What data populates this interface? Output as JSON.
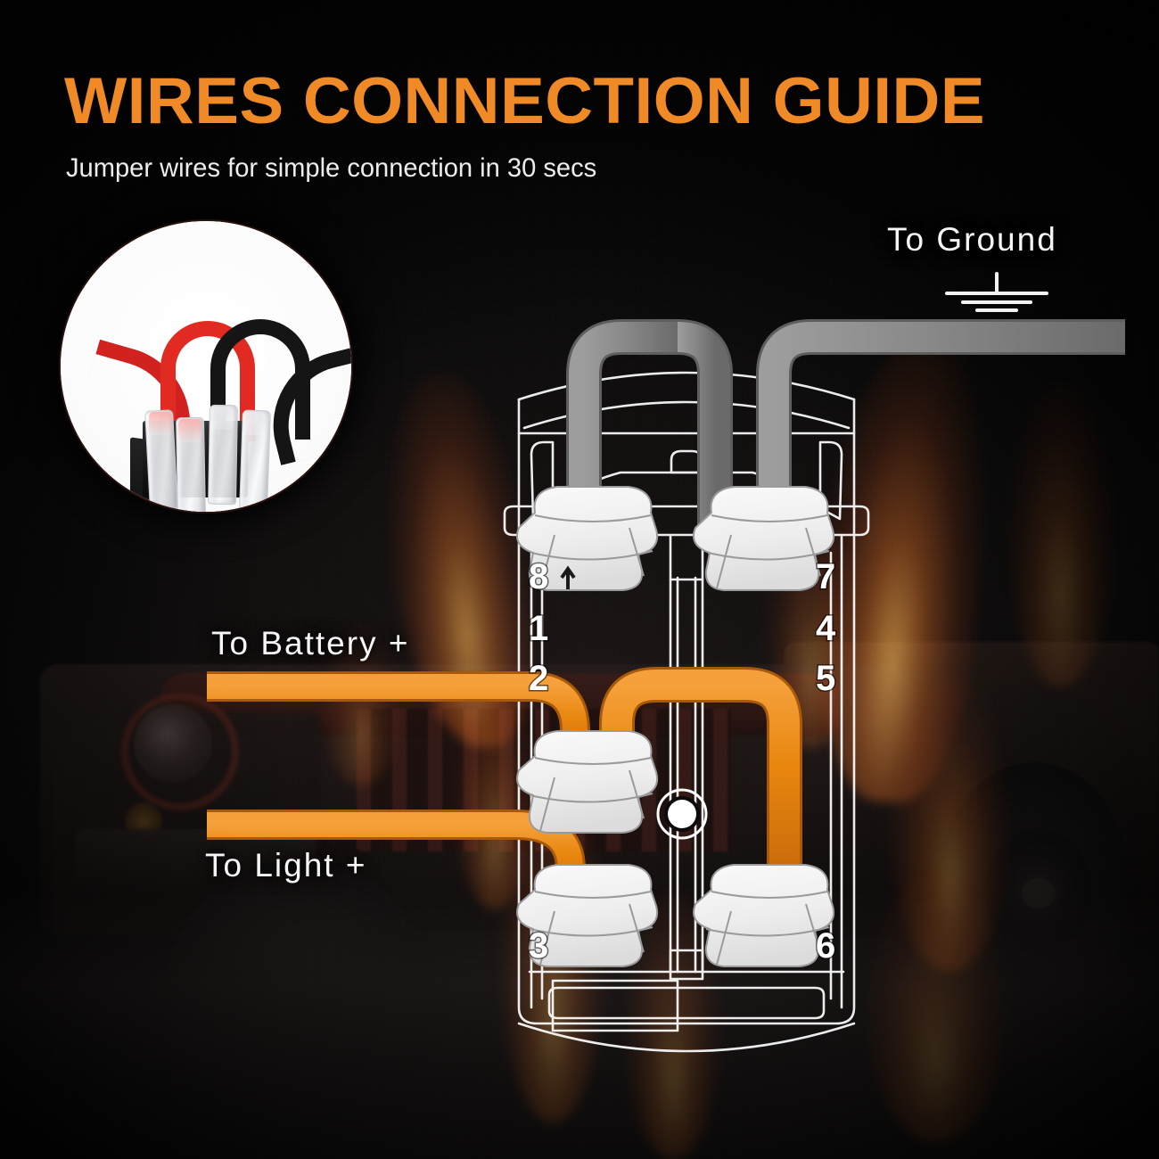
{
  "header": {
    "title": "WIRES CONNECTION GUIDE",
    "subtitle": "Jumper wires for simple connection in 30 secs",
    "title_color": "#F08A26",
    "subtitle_color": "#EDEDED"
  },
  "inset": {
    "name": "jumper-wires-photo",
    "description": "Rocker switch with red and black jumper wires and clear spade connectors",
    "wire_colors": [
      "#D22220",
      "#E02A22",
      "#151515",
      "#151515"
    ]
  },
  "labels": {
    "ground": "To  Ground",
    "battery": "To  Battery  +",
    "light": "To  Light  +"
  },
  "switch": {
    "name": "5-pin-rocker-switch",
    "terminals_left": [
      "8",
      "1",
      "2",
      "3"
    ],
    "terminals_right": [
      "7",
      "4",
      "5",
      "6"
    ],
    "terminal_numbers": {
      "top_left": "8",
      "mid_upper_left": "1",
      "mid_lower_left": "2",
      "bottom_left": "3",
      "top_right": "7",
      "mid_upper_right": "4",
      "mid_lower_right": "5",
      "bottom_right": "6"
    },
    "led_indicator": "center-led-dot"
  },
  "wiring": {
    "ground_wire_color": "#8A8A8A",
    "power_wire_color": "#E8860E",
    "connections": [
      {
        "from": "To Ground",
        "to_terminal": "8",
        "color": "#8A8A8A"
      },
      {
        "from": "To Ground",
        "to_terminal": "7",
        "color": "#8A8A8A"
      },
      {
        "from": "To Battery +",
        "to_terminal": "2",
        "color": "#E8860E"
      },
      {
        "from": "terminal 2",
        "to_terminal": "5",
        "color": "#E8860E"
      },
      {
        "from": "To Light +",
        "to_terminal": "3",
        "color": "#E8860E"
      }
    ]
  },
  "background": {
    "scene": "dark-jeep-with-flames",
    "base_color": "#0C0B0B"
  }
}
